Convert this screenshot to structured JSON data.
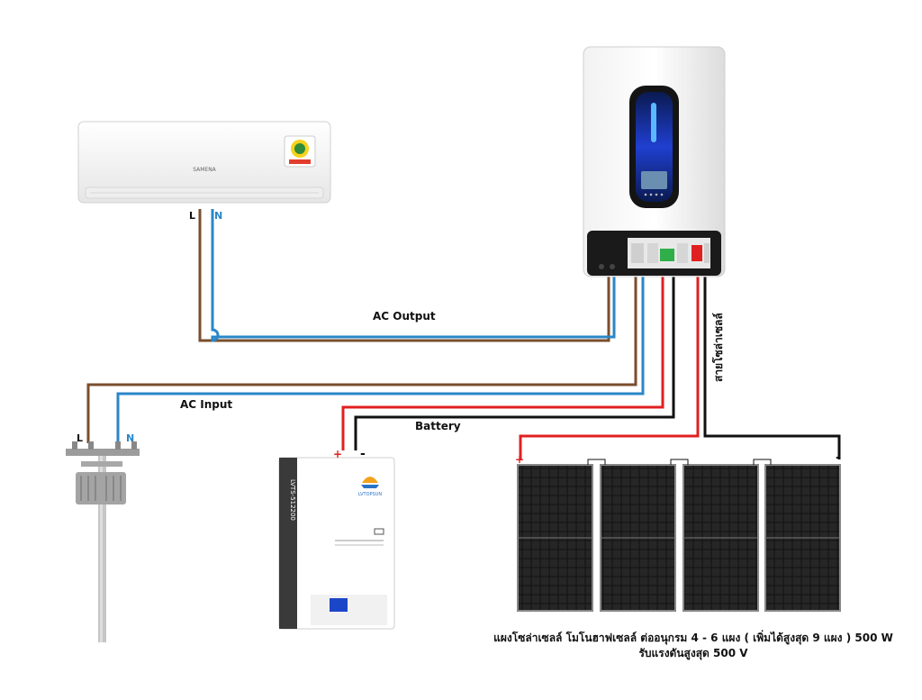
{
  "labels": {
    "ac_output": "AC Output",
    "ac_input": "AC Input",
    "battery": "Battery",
    "solar_cable": "สายโซล่าเซลล์",
    "ac_unit_L": "L",
    "ac_unit_N": "N",
    "pole_L": "L",
    "pole_N": "N",
    "plus": "+",
    "minus": "-"
  },
  "ac_unit": {
    "brand": "SAMENA"
  },
  "battery_unit": {
    "model": "LVTS-512200",
    "brand": "LVTOPSUN"
  },
  "caption": {
    "line1": "แผงโซล่าเซลล์ โมโนฮาฟเซลล์  ต่ออนุกรม 4 - 6 แผง ( เพิ่มได้สูงสุด 9 แผง ) 500 W",
    "line2": "รับแรงดันสูงสุด 500 V"
  },
  "colors": {
    "live_wire": "#7a4e2d",
    "neutral_wire": "#2a86c8",
    "positive_wire": "#e02020",
    "negative_wire": "#111111",
    "N_label": "#2a86c8"
  }
}
